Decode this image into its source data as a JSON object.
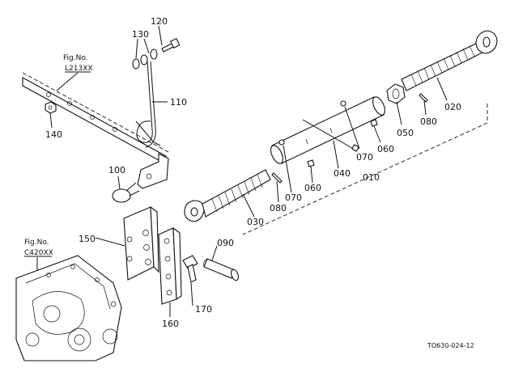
{
  "figure": {
    "code": "TO630-024-12",
    "references": [
      {
        "prefix": "Fig.No.",
        "id": "L213XX"
      },
      {
        "prefix": "Fig.No.",
        "id": "C420XX"
      }
    ],
    "callouts": [
      "120",
      "130",
      "110",
      "140",
      "100",
      "150",
      "160",
      "170",
      "090",
      "030",
      "080",
      "070",
      "060",
      "040",
      "010",
      "070",
      "060",
      "050",
      "080",
      "020"
    ]
  }
}
